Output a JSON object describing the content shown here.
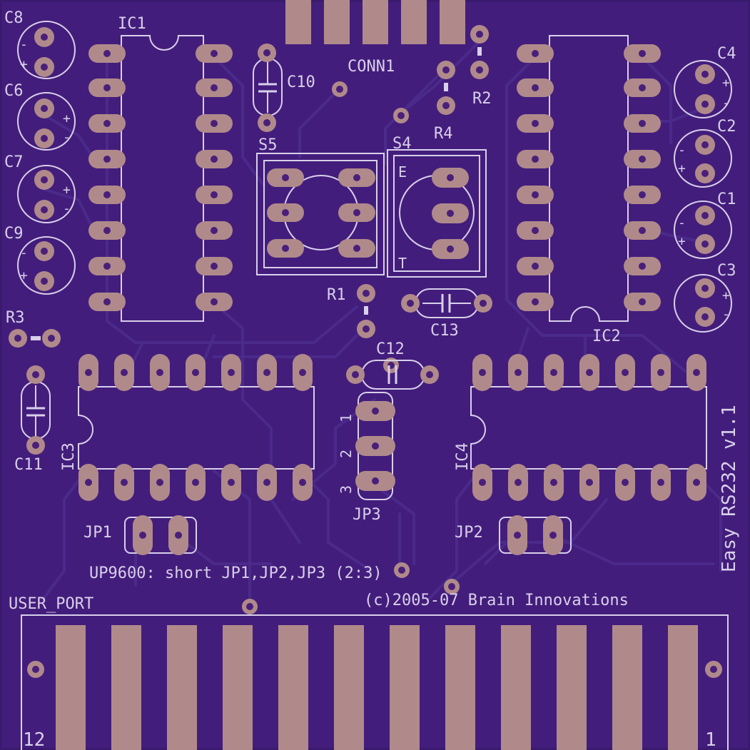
{
  "board": {
    "colors": {
      "substrate": "#3a1a6e",
      "copper": "#b08a8a",
      "silkscreen": "#d8d0ea",
      "trace": "#4a2a8a"
    }
  },
  "labels": {
    "c8": "C8",
    "c6": "C6",
    "c7": "C7",
    "c9": "C9",
    "r3": "R3",
    "c11": "C11",
    "ic1": "IC1",
    "c10": "C10",
    "conn1": "CONN1",
    "r2": "R2",
    "r4": "R4",
    "s5": "S5",
    "s4": "S4",
    "c4": "C4",
    "c2": "C2",
    "c1": "C1",
    "c3": "C3",
    "r1": "R1",
    "c13": "C13",
    "ic2": "IC2",
    "c12": "C12",
    "ic3": "IC3",
    "ic4": "IC4",
    "jp1": "JP1",
    "jp2": "JP2",
    "jp3": "JP3",
    "jp3_pin1": "1",
    "jp3_pin2": "2",
    "jp3_pin3": "3",
    "user_port": "USER_PORT",
    "port_pin12": "12",
    "port_pin1": "1",
    "plus": "+",
    "minus": "-",
    "s4_e": "E",
    "s4_t": "T"
  },
  "notes": {
    "jumper_note": "UP9600: short JP1,JP2,JP3 (2:3)",
    "copyright": "(c)2005-07 Brain Innovations",
    "board_title": "Easy RS232 v1.1"
  }
}
